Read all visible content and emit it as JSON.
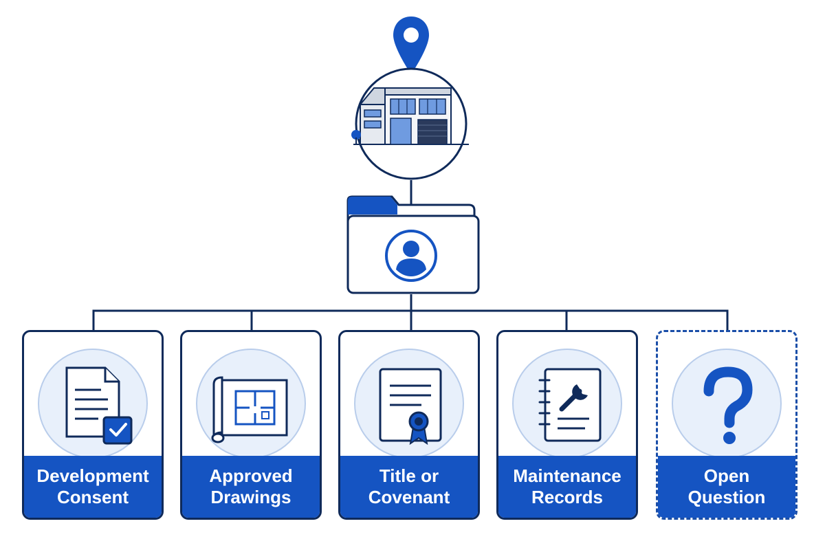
{
  "colors": {
    "navy": "#0f2a5a",
    "accent": "#1554c2",
    "light_blue": "#e8f0fb",
    "window_blue": "#6f9be0"
  },
  "header": {
    "location_icon": "map-pin-icon",
    "building_icon": "building-icon",
    "folder_icon": "user-folder-icon"
  },
  "cards": [
    {
      "icon": "document-check-icon",
      "line1": "Development",
      "line2": "Consent"
    },
    {
      "icon": "blueprint-icon",
      "line1": "Approved",
      "line2": "Drawings"
    },
    {
      "icon": "certificate-icon",
      "line1": "Title or",
      "line2": "Covenant"
    },
    {
      "icon": "maintenance-notebook-icon",
      "line1": "Maintenance",
      "line2": "Records"
    },
    {
      "icon": "question-mark-icon",
      "line1": "Open",
      "line2": "Question"
    }
  ]
}
